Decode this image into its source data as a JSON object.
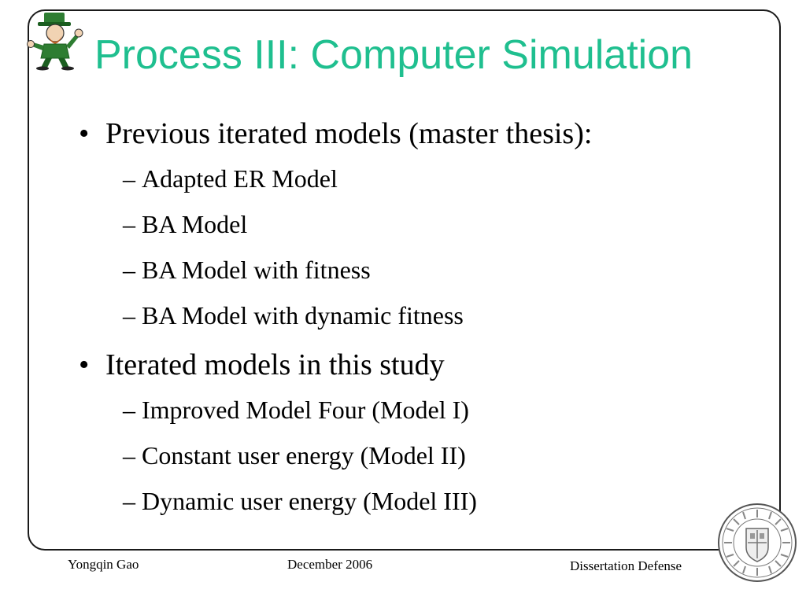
{
  "slide": {
    "title": "Process III: Computer Simulation",
    "bullets": [
      {
        "text": "Previous iterated models (master thesis):",
        "sub": [
          "Adapted ER Model",
          "BA Model",
          "BA Model with fitness",
          "BA Model with dynamic fitness"
        ]
      },
      {
        "text": "Iterated models in this study",
        "sub": [
          "Improved Model Four (Model I)",
          "Constant user energy (Model II)",
          "Dynamic user energy (Model III)"
        ]
      }
    ],
    "bullet_mark": "•",
    "sub_mark": "–"
  },
  "footer": {
    "author": "Yongqin Gao",
    "date": "December 2006",
    "event": "Dissertation Defense"
  },
  "colors": {
    "title": "#1fbf8f",
    "mascot_green": "#2e7d32",
    "frame": "#1a1a1a"
  },
  "icons": {
    "mascot": "leprechaun-mascot-icon",
    "seal": "university-seal-icon"
  }
}
